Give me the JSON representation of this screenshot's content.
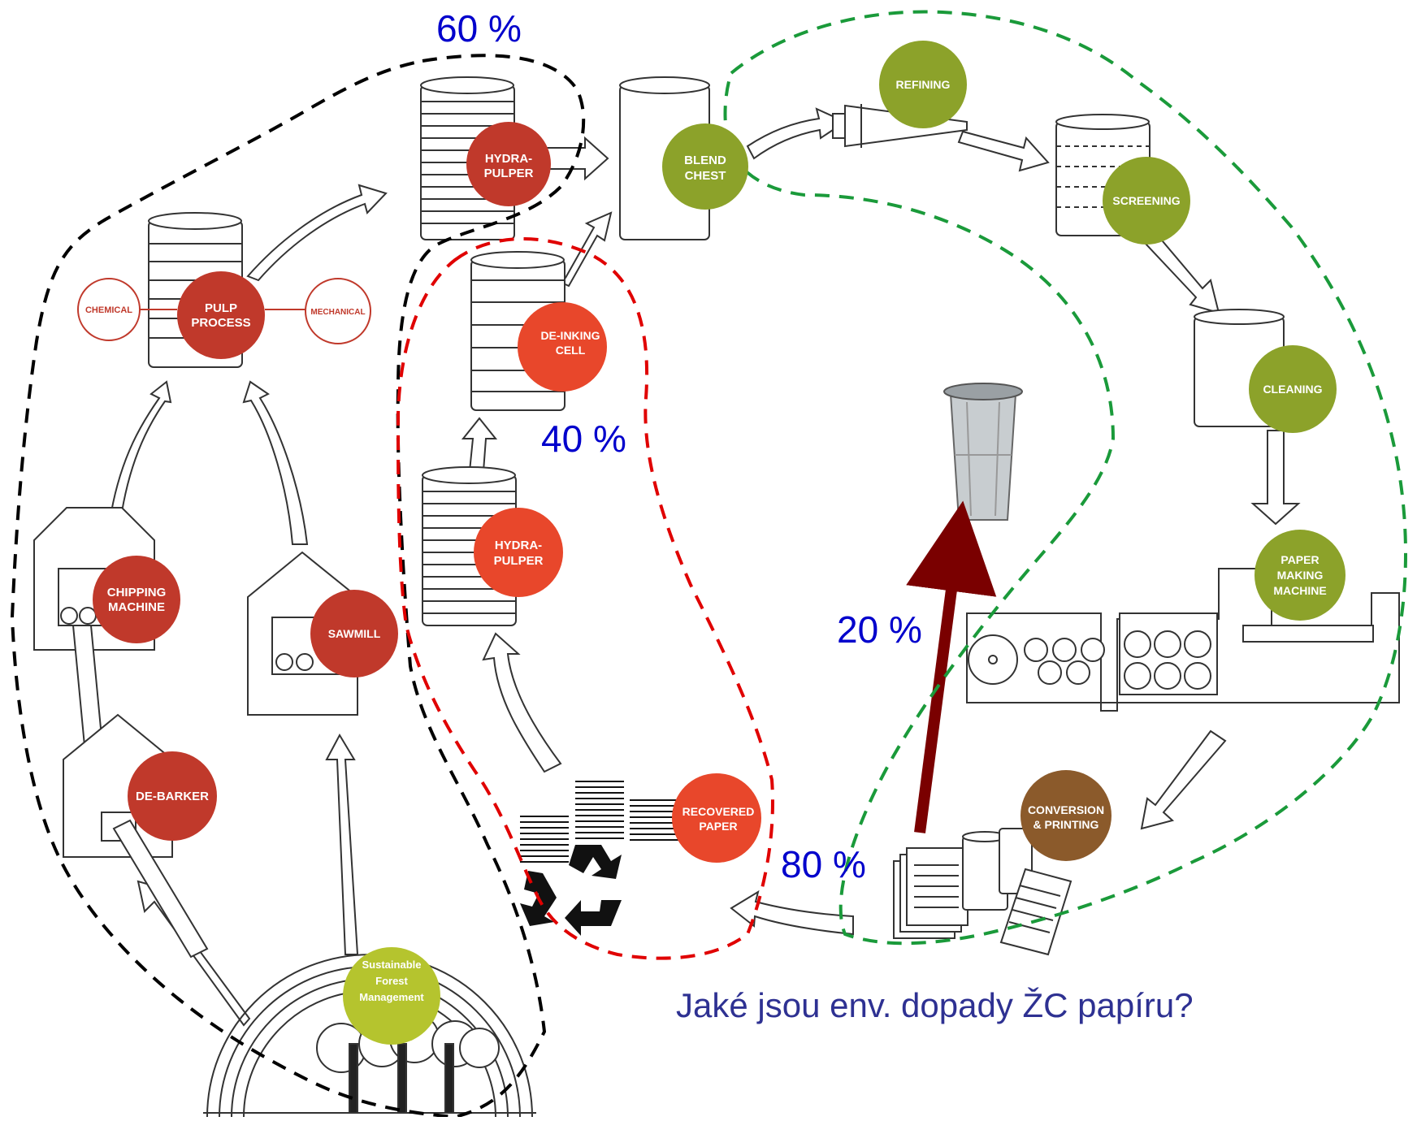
{
  "colors": {
    "red_node": "#c0392b",
    "orange_node": "#e8472b",
    "green_node": "#8ca22a",
    "lime_node": "#b5c42e",
    "brown_node": "#8b5a2b",
    "percent_text": "#0000cc",
    "question_text": "#2e3192",
    "black_boundary": "#000000",
    "red_boundary": "#e00000",
    "green_boundary": "#1a9a3a",
    "arrow_to_bin": "#7a0000"
  },
  "nodes": {
    "hydrapulper_top": [
      "HYDRA-",
      "PULPER"
    ],
    "pulp_process": [
      "PULP",
      "PROCESS"
    ],
    "chemical": [
      "CHEMICAL"
    ],
    "mechanical": [
      "MECHANICAL"
    ],
    "chipping_machine": [
      "CHIPPING",
      "MACHINE"
    ],
    "sawmill": [
      "SAWMILL"
    ],
    "de_barker": [
      "DE-BARKER"
    ],
    "sustainable_forest": [
      "Sustainable",
      "Forest",
      "Management"
    ],
    "de_inking_cell": [
      "DE-INKING",
      "CELL"
    ],
    "hydrapulper_bottom": [
      "HYDRA-",
      "PULPER"
    ],
    "recovered_paper": [
      "RECOVERED",
      "PAPER"
    ],
    "blend_chest": [
      "BLEND",
      "CHEST"
    ],
    "refining": [
      "REFINING"
    ],
    "screening": [
      "SCREENING"
    ],
    "cleaning": [
      "CLEANING"
    ],
    "paper_making_machine": [
      "PAPER",
      "MAKING",
      "MACHINE"
    ],
    "conversion_printing": [
      "CONVERSION",
      "& PRINTING"
    ]
  },
  "percentages": {
    "virgin": "60 %",
    "recycled": "40 %",
    "collected": "80 %",
    "landfill": "20 %"
  },
  "question": "Jaké jsou env. dopady ŽC papíru?"
}
